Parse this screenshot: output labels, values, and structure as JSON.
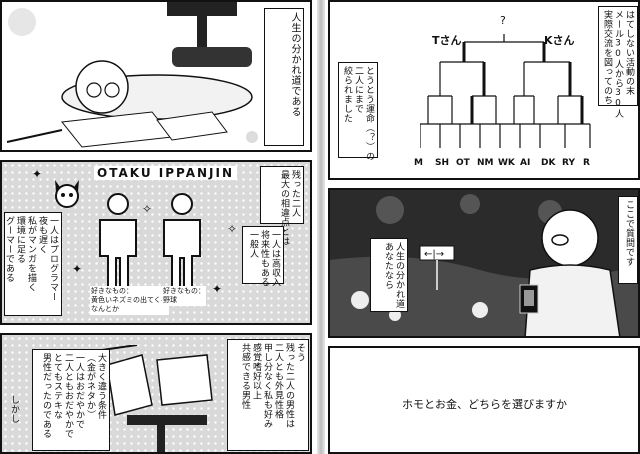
{
  "left_page": {
    "panel1": {
      "caption": "人生の分かれ道である"
    },
    "panel2": {
      "title": "OTAKU IPPANJIN",
      "top_caption": "残った二人\n最大の相違点とは",
      "middle_caption": "一人は高収入\n将来性もある\n一般人",
      "left_caption": "一人はプログラマー\n夜も遅く\n私がマンガを描く\n環境に足る\nグーマーである",
      "pref_left": "好きなもの：\n黄色いネズミの出てくる\nなんとか",
      "pref_right": "好きなもの：\n野球"
    },
    "panel3": {
      "caption_right": "そう\n残った二人の男性は\n二人とも外見性格\n甲し分なく私も好み\n感覚嗜好以上\n共感できる男性",
      "caption_left": "大きく違う条件\n（金がネタか）\n一人はおだやかで\n二人ともおだやかで\nとてもステキな\n男性だったのである",
      "bottom_text": "しかし"
    }
  },
  "right_page": {
    "panel1": {
      "caption_right": "はてしない活動の末\nメール30人から30人\n実際交流を図ってのち",
      "caption_left": "とうとう運命（？）の\n二人にまで\n絞られました",
      "label_t": "Tさん",
      "label_k": "Kさん",
      "question": "?",
      "names": [
        "M",
        "SH",
        "OT",
        "NM",
        "WK",
        "AI",
        "DK",
        "RY",
        "R"
      ]
    },
    "panel2": {
      "caption_right": "ここで質問です",
      "caption_left": "人生の分かれ道\nあなたなら"
    },
    "panel3": {
      "text": "ホモとお金、どちらを選びますか"
    }
  }
}
